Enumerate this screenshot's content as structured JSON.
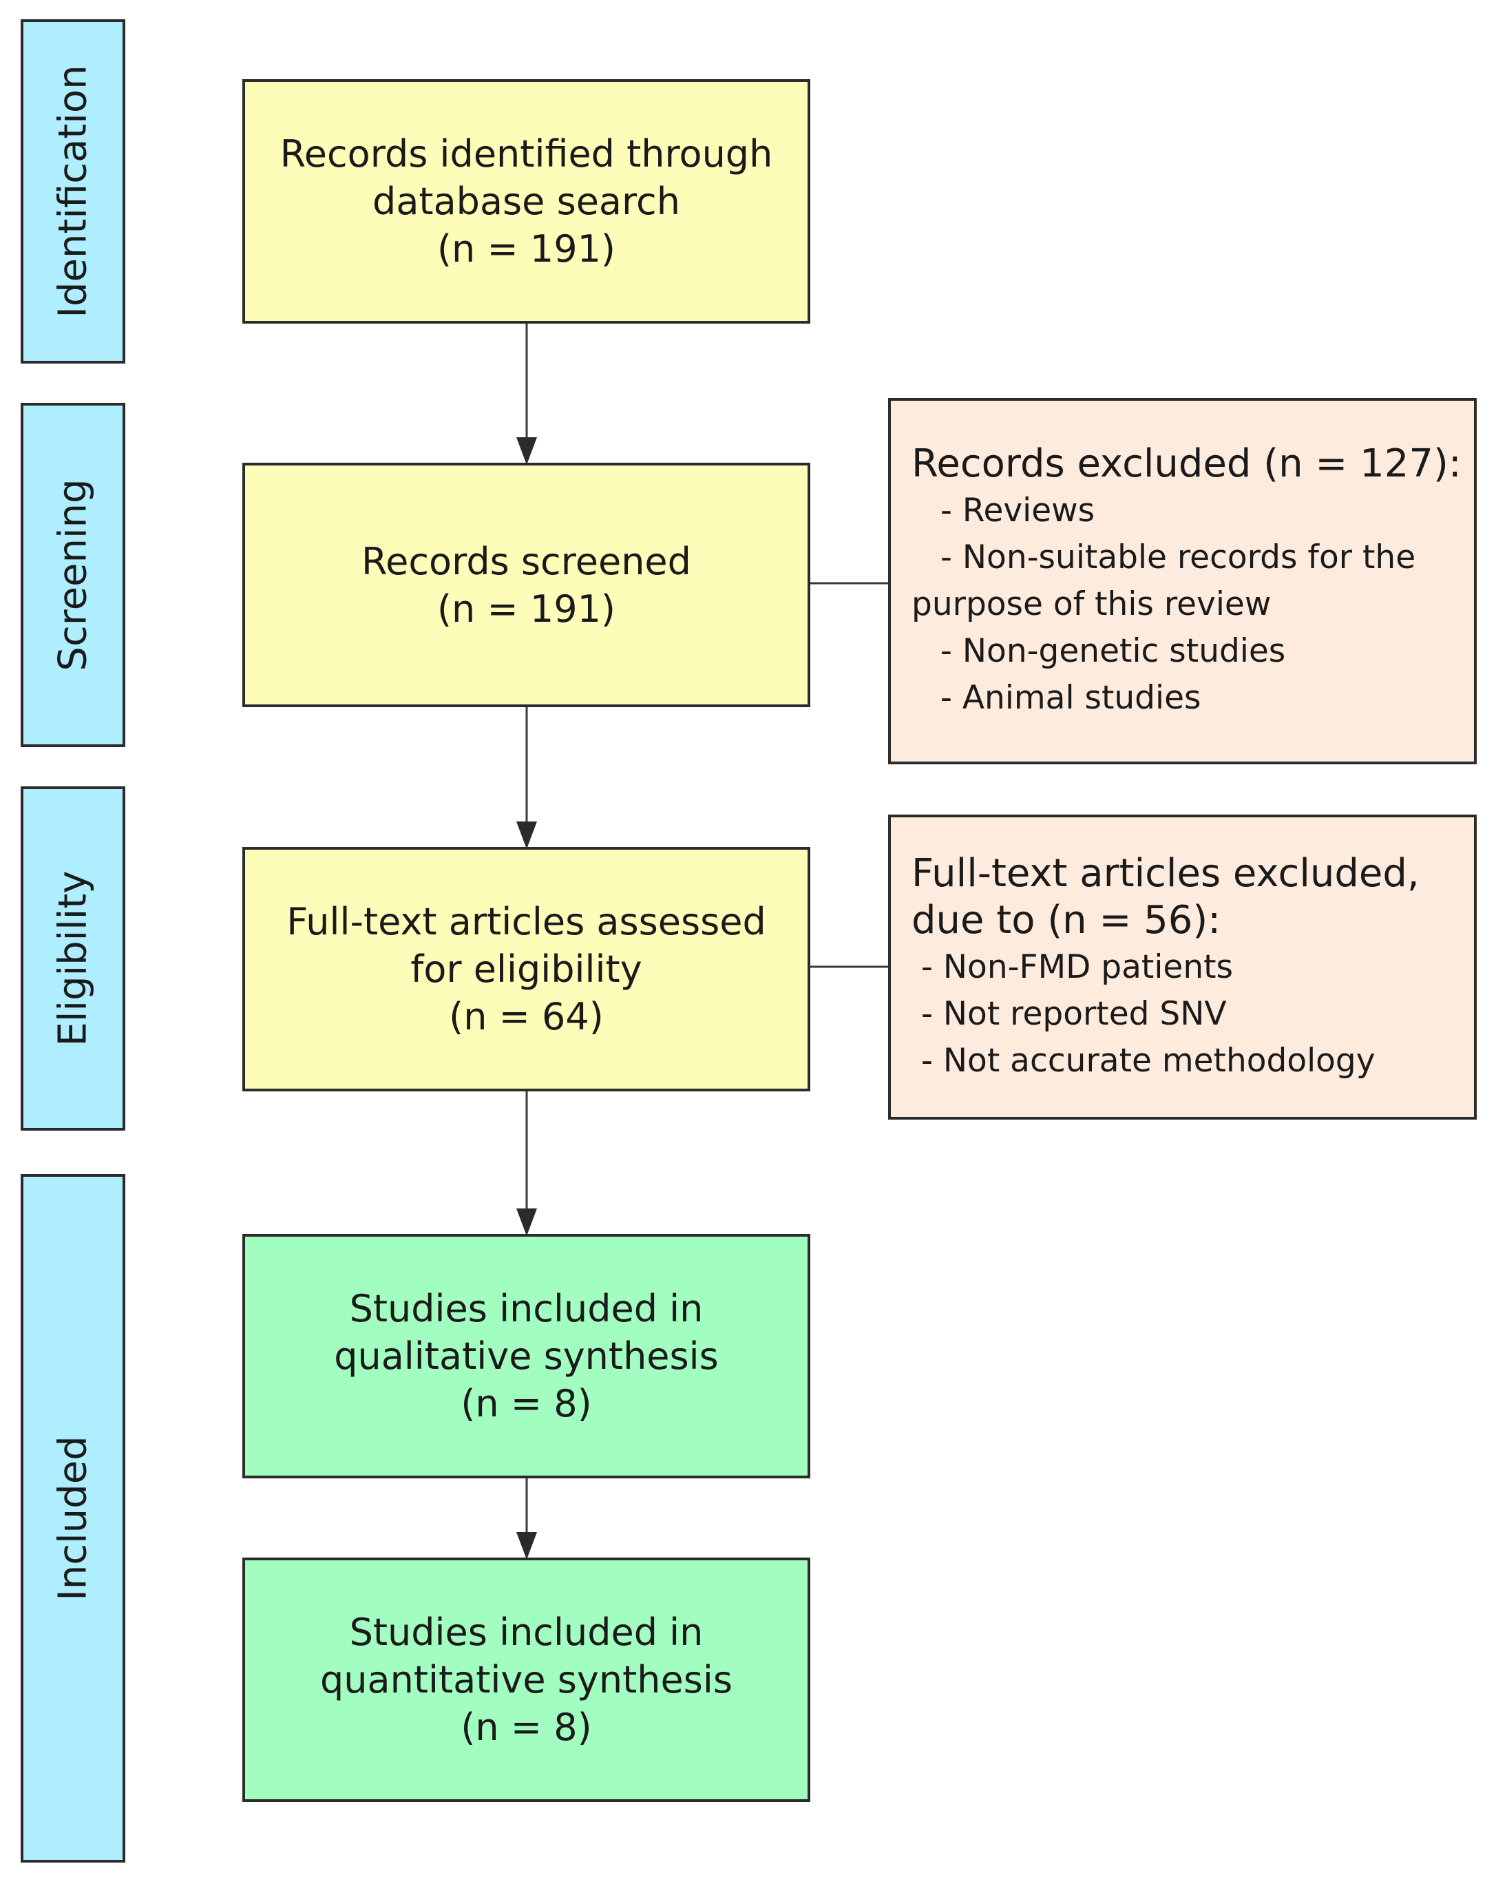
{
  "stages": [
    {
      "id": "identification",
      "label": "Identification"
    },
    {
      "id": "screening",
      "label": "Screening"
    },
    {
      "id": "eligibility",
      "label": "Eligibility"
    },
    {
      "id": "included",
      "label": "Included"
    }
  ],
  "boxes": {
    "identified": {
      "lines": [
        "Records identified through",
        "database search",
        "(n = 191)"
      ]
    },
    "screened": {
      "lines": [
        "Records screened",
        "(n = 191)"
      ]
    },
    "fulltext": {
      "lines": [
        "Full-text articles assessed",
        "for eligibility",
        "(n = 64)"
      ]
    },
    "qualitative": {
      "lines": [
        "Studies included in",
        "qualitative synthesis",
        "(n = 8)"
      ]
    },
    "quantitative": {
      "lines": [
        "Studies included in",
        "quantitative synthesis",
        "(n = 8)"
      ]
    }
  },
  "exclusions": {
    "records": {
      "heading": [
        "Records excluded (n = 127):"
      ],
      "items": [
        "- Reviews",
        "- Non-suitable records for  the",
        "purpose of this review",
        "- Non-genetic studies",
        "- Animal studies"
      ]
    },
    "fulltext": {
      "heading": [
        "Full-text articles excluded,",
        "due to (n = 56):"
      ],
      "items": [
        "- Non-FMD patients",
        "- Not reported SNV",
        "- Not accurate methodology"
      ]
    }
  },
  "colors": {
    "stage_fill": "#aeeefe",
    "box_fill": "#fdfdb9",
    "included_fill": "#a2fdc0",
    "excluded_fill": "#fdebde",
    "stroke": "#2b2b2b"
  }
}
